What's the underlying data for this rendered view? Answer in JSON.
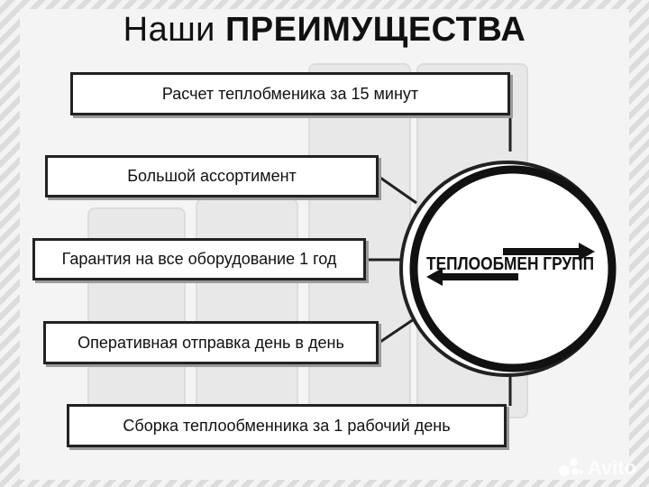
{
  "title": {
    "regular": "Наши",
    "bold": "ПРЕИМУЩЕСТВА"
  },
  "advantages": [
    "Расчет теплобменика за 15 минут",
    "Большой ассортимент",
    "Гарантия на все оборудование 1 год",
    "Оперативная отправка день в день",
    "Сборка теплообменника за 1 рабочий день"
  ],
  "logo": {
    "text": "ТЕПЛООБМЕН ГРУПП"
  },
  "watermark": {
    "text": "Avito"
  },
  "colors": {
    "frame": "#222222",
    "background": "#f4f4f4"
  }
}
